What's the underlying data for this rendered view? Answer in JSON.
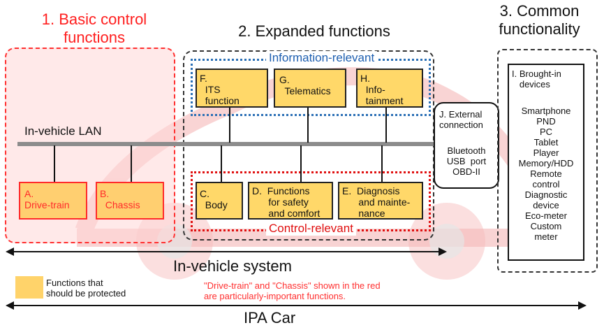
{
  "sections": {
    "basic_title": "1. Basic control\nfunctions",
    "expanded_title": "2. Expanded functions",
    "common_title": "3. Common\nfunctionality"
  },
  "groups": {
    "information_relevant": "Information-relevant",
    "control_relevant": "Control-relevant"
  },
  "lan_label": "In-vehicle LAN",
  "functions": {
    "F": "F.\n  ITS\n  function",
    "G": "G.\n  Telematics",
    "H": "H.\n  Info-\n  tainment",
    "A": "A.\nDrive-train",
    "B": "B.\n  Chassis",
    "C": "C.\n  Body",
    "D": "D.  Functions\n      for safety\n      and comfort",
    "E": "E.  Diagnosis\n      and mainte-\n      nance"
  },
  "external": {
    "title": "J. External\nconnection",
    "items": "Bluetooth\nUSB  port\nOBD-II"
  },
  "devices": {
    "title": "I. Brought-in\n   devices",
    "items": "Smartphone\nPND\nPC\nTablet\nPlayer\nMemory/HDD\nRemote\ncontrol\nDiagnostic\ndevice\nEco-meter\nCustom\nmeter"
  },
  "in_vehicle_system": "In-vehicle system",
  "ipa_car": "IPA Car",
  "legend": {
    "text": "Functions that\nshould be protected"
  },
  "note": "\"Drive-train\" and \"Chassis\" shown in the red\nare particularly-important functions.",
  "colors": {
    "protected": "#ffd869",
    "important_red": "#ff2a2a",
    "info_blue": "#2a6fb5"
  }
}
